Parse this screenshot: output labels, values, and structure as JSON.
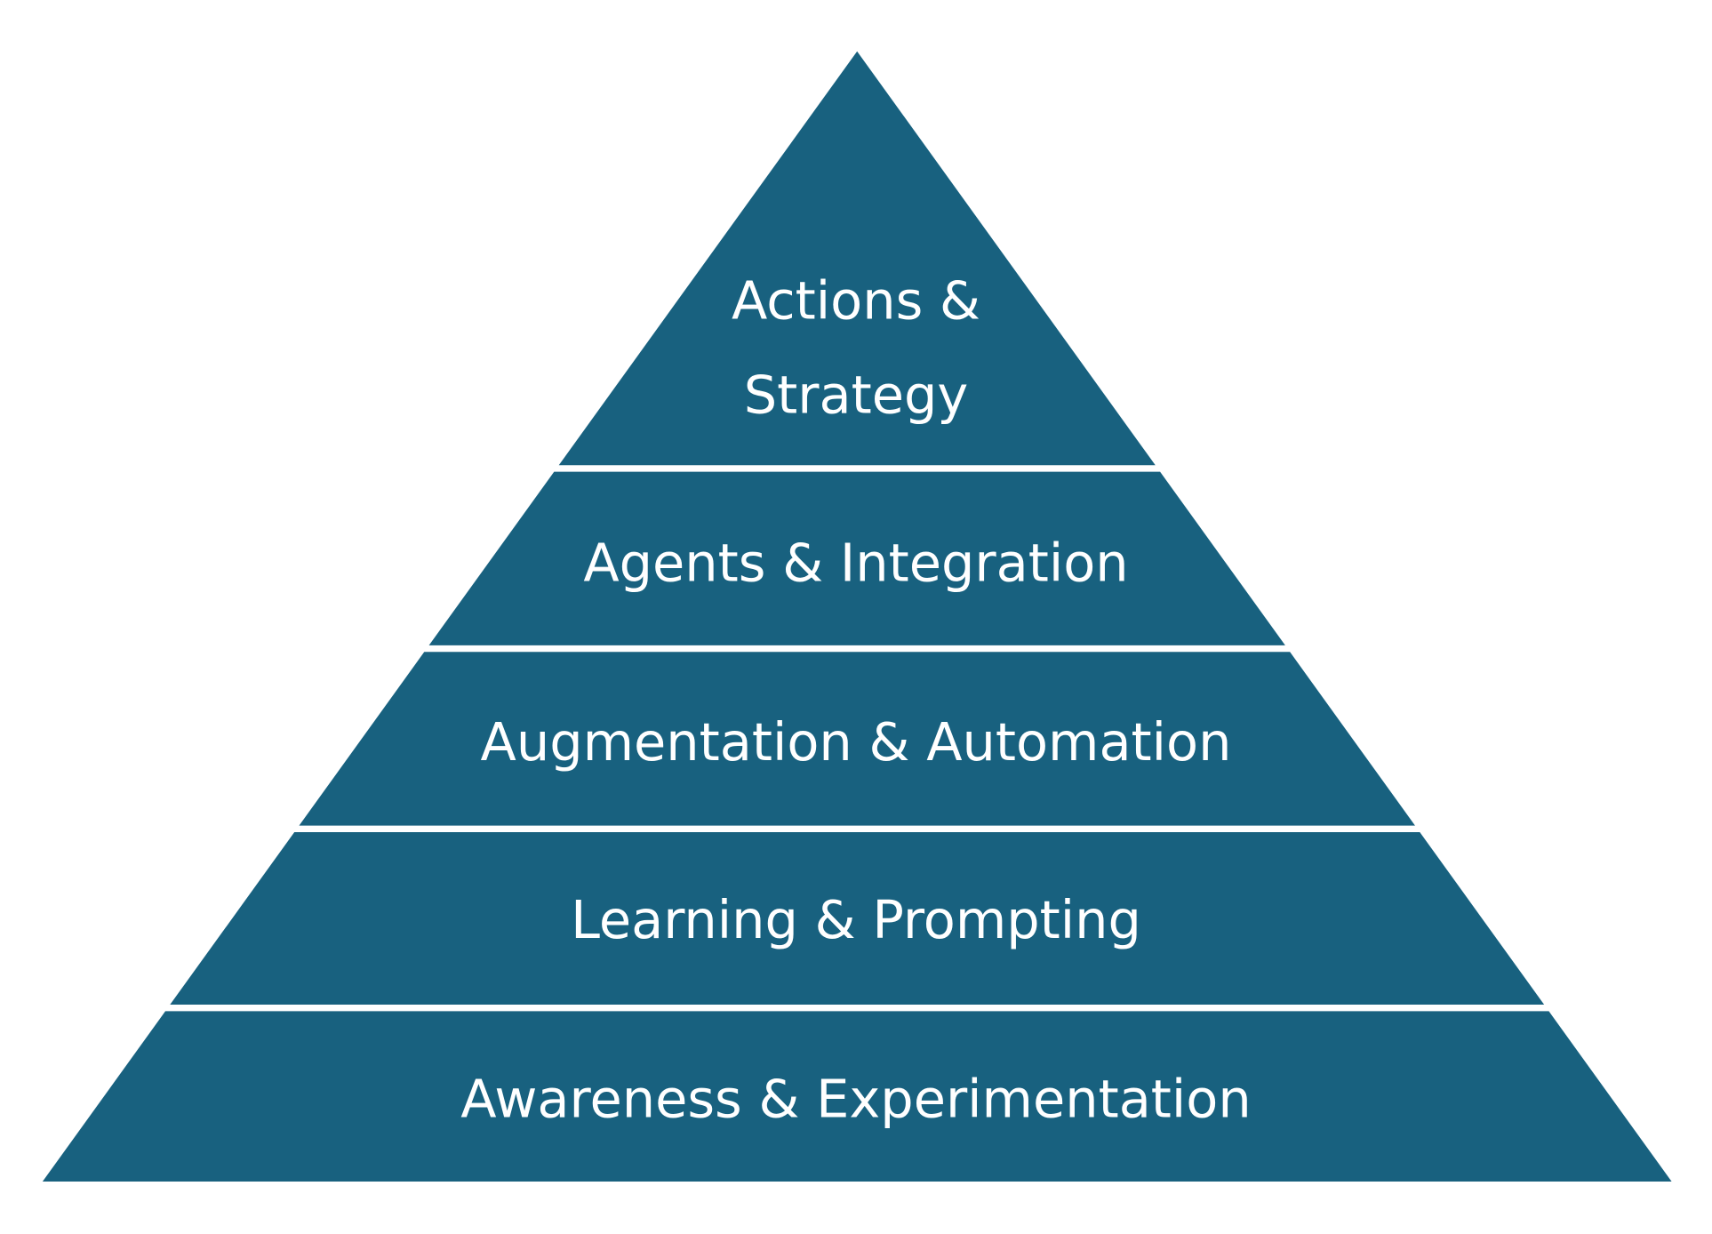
{
  "colors": {
    "band": "#18617f",
    "text": "#ffffff",
    "background": "#ffffff"
  },
  "pyramid": {
    "levels": [
      {
        "lines": [
          "Actions &",
          "Strategy"
        ]
      },
      {
        "lines": [
          "Agents & Integration"
        ]
      },
      {
        "lines": [
          "Augmentation & Automation"
        ]
      },
      {
        "lines": [
          "Learning & Prompting"
        ]
      },
      {
        "lines": [
          "Awareness & Experimentation"
        ]
      }
    ]
  }
}
